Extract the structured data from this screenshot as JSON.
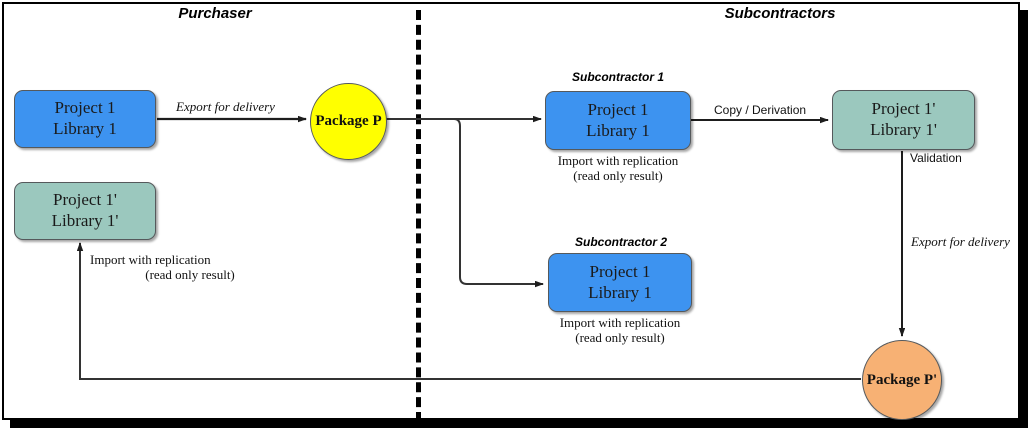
{
  "diagram": {
    "zones": [
      {
        "id": "purchaser",
        "label": "Purchaser"
      },
      {
        "id": "subcontractors",
        "label": "Subcontractors"
      }
    ],
    "colors": {
      "blue": "#3d93f0",
      "green": "#9bc8be",
      "yellow": "#ffff00",
      "orange": "#f7b174",
      "stroke": "#55595c",
      "line": "#333333",
      "background": "#ffffff"
    },
    "nodes": [
      {
        "id": "purchaser-source",
        "line1": "Project 1",
        "line2": "Library 1",
        "color": "blue",
        "title": "",
        "caption1": "",
        "caption2": ""
      },
      {
        "id": "purchaser-result",
        "line1": "Project 1'",
        "line2": "Library 1'",
        "color": "green",
        "title": "",
        "caption1": "Import with replication",
        "caption2": "(read only result)"
      },
      {
        "id": "subcontractor-1-project",
        "line1": "Project 1",
        "line2": "Library 1",
        "color": "blue",
        "title": "Subcontractor 1",
        "caption1": "Import with replication",
        "caption2": "(read only result)"
      },
      {
        "id": "subcontractor-1-derived",
        "line1": "Project 1'",
        "line2": "Library 1'",
        "color": "green",
        "title": "",
        "caption1": "",
        "caption2": ""
      },
      {
        "id": "subcontractor-2-project",
        "line1": "Project 1",
        "line2": "Library 1",
        "color": "blue",
        "title": "Subcontractor 2",
        "caption1": "Import with replication",
        "caption2": "(read only result)"
      }
    ],
    "packages": [
      {
        "id": "package-p",
        "label": "Package P",
        "color": "yellow"
      },
      {
        "id": "package-p-prime",
        "label": "Package P'",
        "color": "orange"
      }
    ],
    "edge_labels": [
      {
        "id": "export-for-delivery-1",
        "text": "Export for delivery",
        "style": "serif-italic"
      },
      {
        "id": "copy-derivation",
        "text": "Copy / Derivation",
        "style": "sans"
      },
      {
        "id": "validation",
        "text": "Validation",
        "style": "sans"
      },
      {
        "id": "export-for-delivery-2",
        "text": "Export for delivery",
        "style": "serif-italic"
      }
    ]
  }
}
